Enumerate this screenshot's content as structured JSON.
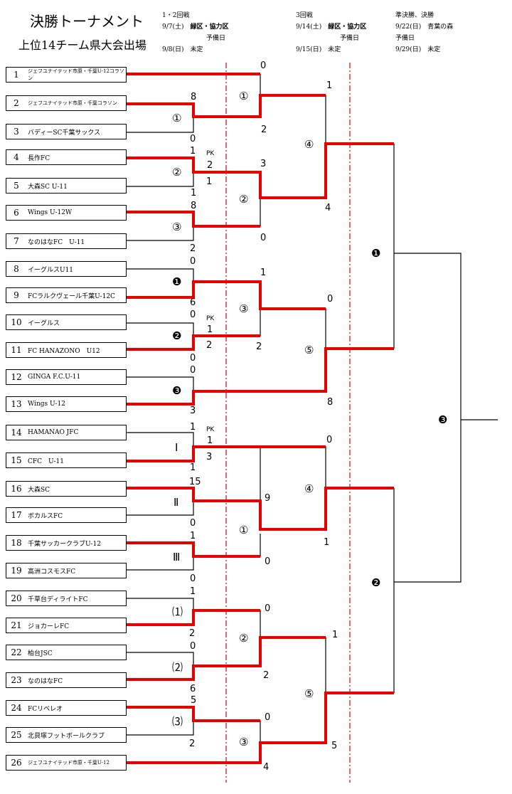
{
  "title": "決勝トーナメント",
  "subtitle": "上位14チーム県大会出場",
  "schedule": {
    "r12": {
      "label": "1・2回戦",
      "d1": "9/7(土)",
      "v1": "緑区・協力区",
      "reserve": "予備日",
      "d2": "9/8(日)",
      "v2": "未定"
    },
    "r3": {
      "label": "3回戦",
      "d1": "9/14(土)",
      "v1": "緑区・協力区",
      "reserve": "予備日",
      "d2": "9/15(日)",
      "v2": "未定"
    },
    "final": {
      "label": "準決勝、決勝",
      "d1": "9/22(日)",
      "v1": "青葉の森",
      "reserve": "予備日",
      "d2": "9/29(日)",
      "v2": "未定"
    }
  },
  "teams": [
    {
      "no": "1",
      "name": "ジェフユナイテッド市原・千葉U-12コラソン"
    },
    {
      "no": "2",
      "name": "ジェフユナイテッド市原・千葉コラソン"
    },
    {
      "no": "3",
      "name": "バディーSC千葉サックス"
    },
    {
      "no": "4",
      "name": "長作FC"
    },
    {
      "no": "5",
      "name": "大森SC U-11"
    },
    {
      "no": "6",
      "name": "Wings U-12W"
    },
    {
      "no": "7",
      "name": "なのはなFC　U-11"
    },
    {
      "no": "8",
      "name": "イーグルスU11"
    },
    {
      "no": "9",
      "name": "FCラルクヴェール千葉U-12C"
    },
    {
      "no": "10",
      "name": "イーグルス"
    },
    {
      "no": "11",
      "name": "FC HANAZONO　U12"
    },
    {
      "no": "12",
      "name": "GINGA F.C.U-11"
    },
    {
      "no": "13",
      "name": "Wings U-12"
    },
    {
      "no": "14",
      "name": "HAMANAO JFC"
    },
    {
      "no": "15",
      "name": "CFC　U-11"
    },
    {
      "no": "16",
      "name": "大森SC"
    },
    {
      "no": "17",
      "name": "ボカルスFC"
    },
    {
      "no": "18",
      "name": "千葉サッカークラブU-12"
    },
    {
      "no": "19",
      "name": "高洲コスモスFC"
    },
    {
      "no": "20",
      "name": "千草台ディライトFC"
    },
    {
      "no": "21",
      "name": "ジョカーレFC"
    },
    {
      "no": "22",
      "name": "柏台JSC"
    },
    {
      "no": "23",
      "name": "なのはなFC"
    },
    {
      "no": "24",
      "name": "FCリベレオ"
    },
    {
      "no": "25",
      "name": "北貝塚フットボールクラブ"
    },
    {
      "no": "26",
      "name": "ジェフユナイテッド市原・千葉U-12"
    }
  ],
  "match_labels": {
    "r1_1": "①",
    "r1_2": "②",
    "r1_3": "③",
    "r1_b1": "❶",
    "r1_b2": "❷",
    "r1_b3": "❸",
    "r1_i": "Ⅰ",
    "r1_ii": "Ⅱ",
    "r1_iii": "Ⅲ",
    "r1_p1": "⑴",
    "r1_p2": "⑵",
    "r1_p3": "⑶",
    "r2_1": "①",
    "r2_2": "②",
    "r2_3": "③",
    "r2_4": "①",
    "r2_5": "②",
    "r2_6": "③",
    "r3_1": "④",
    "r3_2": "⑤",
    "r3_3": "④",
    "r3_4": "⑤",
    "sf_1": "❶",
    "sf_2": "❷",
    "final": "❸"
  },
  "pk_label": "PK",
  "scores": {
    "r2_1_top": "0",
    "r2_1_bot": "2",
    "m1_top": "8",
    "m1_bot": "0",
    "m2_top": "1",
    "m2_pk": "2",
    "m2_bot": "1",
    "r2_2_top": "3",
    "r2_2_bot": "0",
    "m3_top": "8",
    "m3_bot": "2",
    "r3_1_top": "1",
    "r3_1_bot": "4",
    "b1_top": "0",
    "b1_bot": "6",
    "r2_3_top": "1",
    "r2_3_bot": "2",
    "b2_top": "0",
    "b2_pk": "1",
    "b2_bot": "2",
    "b3_top": "0",
    "b3_bot": "3",
    "r3_2_top": "0",
    "r3_2_bot": "8",
    "i_top": "1",
    "i_pk": "1",
    "i_bot": "1",
    "i_pk_val": "3",
    "ii_top": "15",
    "ii_bot": "0",
    "r2_4_top": "9",
    "r2_4_bot": "0",
    "iii_top": "1",
    "iii_bot": "0",
    "r3_3_top": "0",
    "r3_3_bot": "1",
    "p1_top": "1",
    "p1_bot": "2",
    "r2_5_top": "0",
    "r2_5_bot": "2",
    "p2_top": "0",
    "p2_bot": "6",
    "p3_top": "5",
    "p3_bot": "2",
    "r2_6_top": "0",
    "r2_6_bot": "4",
    "r3_4_top": "1",
    "r3_4_bot": "5"
  },
  "colors": {
    "winner_line": "#e60000",
    "bracket_line": "#000000",
    "divider": "#e60000"
  }
}
